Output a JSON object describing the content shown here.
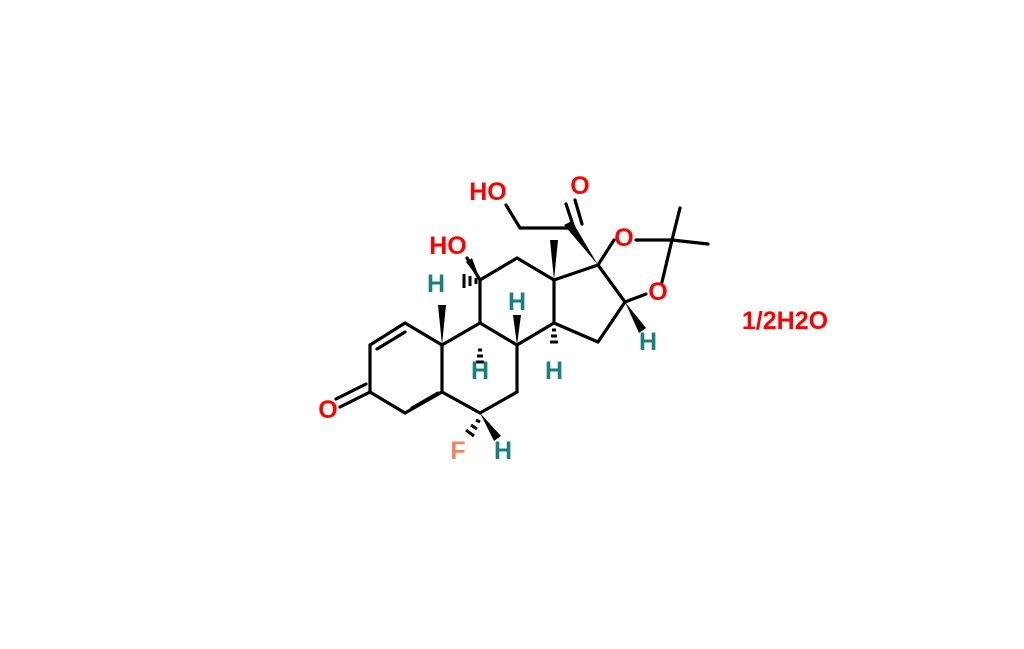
{
  "colors": {
    "bond": "#000000",
    "oxygen": "#ff0000",
    "fluorine": "#f4845f",
    "hydrogen": "#1a7f7f",
    "note": "#ff0000"
  },
  "labels": {
    "ketone_o_top": "O",
    "ho_side_chain": "HO",
    "oh_c11": "HO",
    "acetal_o_upper": "O",
    "acetal_o_lower": "O",
    "ketone_o_ring_a": "O",
    "fluorine": "F",
    "h_c11": "H",
    "h_c8": "H",
    "h_c9": "H",
    "h_c14": "H",
    "h_c16": "H",
    "h_c6": "H"
  },
  "note": "1/2H2O"
}
